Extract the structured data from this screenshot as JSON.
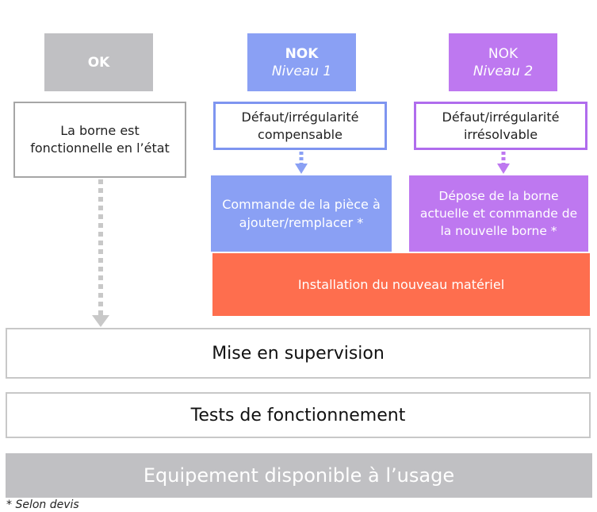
{
  "headers": {
    "ok": {
      "title": "OK"
    },
    "nok1": {
      "title": "NOK",
      "subtitle": "Niveau 1"
    },
    "nok2": {
      "title": "NOK",
      "subtitle": "Niveau 2"
    }
  },
  "cards": {
    "ok_state": "La borne est fonctionnelle en l’état",
    "nok1_defect": "Défaut/irrégularité compensable",
    "nok2_defect": "Défaut/irrégularité irrésolvable"
  },
  "actions": {
    "nok1_action": "Commande de la pièce à ajouter/remplacer *",
    "nok2_action": "Dépose de la borne actuelle et commande de la nouvelle borne *",
    "install": "Installation du nouveau matériel"
  },
  "steps": {
    "supervision": "Mise en supervision",
    "tests": "Tests de fonctionnement",
    "available": "Equipement disponible à l’usage"
  },
  "footnote": "* Selon devis",
  "colors": {
    "grey": "#c0c0c3",
    "blue": "#8aa0f4",
    "purple": "#be78f0",
    "orange": "#fe6e4e",
    "blue_border": "#7e95f0",
    "purple_border": "#b06ced"
  }
}
